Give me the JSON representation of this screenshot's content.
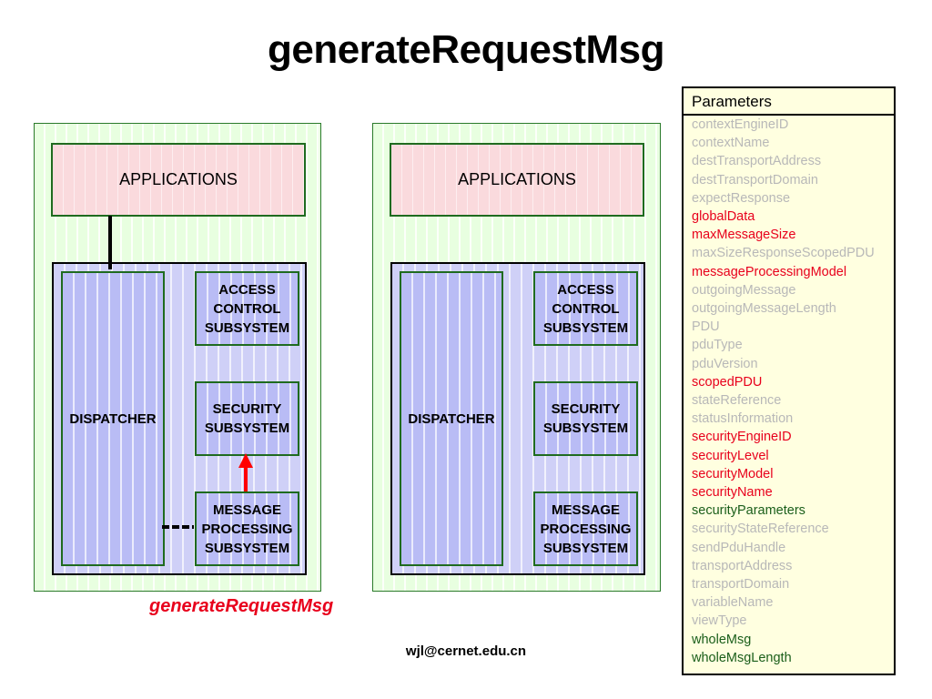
{
  "title": "generateRequestMsg",
  "engines": [
    {
      "applications": "APPLICATIONS",
      "dispatcher": "DISPATCHER",
      "access_control": "ACCESS\nCONTROL\nSUBSYSTEM",
      "security": "SECURITY\nSUBSYSTEM",
      "message_processing": "MESSAGE\nPROCESSING\nSUBSYSTEM"
    },
    {
      "applications": "APPLICATIONS",
      "dispatcher": "DISPATCHER",
      "access_control": "ACCESS\nCONTROL\nSUBSYSTEM",
      "security": "SECURITY\nSUBSYSTEM",
      "message_processing": "MESSAGE\nPROCESSING\nSUBSYSTEM"
    }
  ],
  "call_label": "generateRequestMsg",
  "email": "wjl@cernet.edu.cn",
  "colors": {
    "grey": "#b8b8b8",
    "red": "#e8001c",
    "green": "#1a5e1a",
    "arrow": "#ff0000"
  },
  "parameters": {
    "header": "Parameters",
    "items": [
      {
        "name": "contextEngineID",
        "state": "grey"
      },
      {
        "name": "contextName",
        "state": "grey"
      },
      {
        "name": "destTransportAddress",
        "state": "grey"
      },
      {
        "name": "destTransportDomain",
        "state": "grey"
      },
      {
        "name": "expectResponse",
        "state": "grey"
      },
      {
        "name": "globalData",
        "state": "red"
      },
      {
        "name": "maxMessageSize",
        "state": "red"
      },
      {
        "name": "maxSizeResponseScopedPDU",
        "state": "grey"
      },
      {
        "name": "messageProcessingModel",
        "state": "red"
      },
      {
        "name": "outgoingMessage",
        "state": "grey"
      },
      {
        "name": "outgoingMessageLength",
        "state": "grey"
      },
      {
        "name": "PDU",
        "state": "grey"
      },
      {
        "name": "pduType",
        "state": "grey"
      },
      {
        "name": "pduVersion",
        "state": "grey"
      },
      {
        "name": "scopedPDU",
        "state": "red"
      },
      {
        "name": "stateReference",
        "state": "grey"
      },
      {
        "name": "statusInformation",
        "state": "grey"
      },
      {
        "name": "securityEngineID",
        "state": "red"
      },
      {
        "name": "securityLevel",
        "state": "red"
      },
      {
        "name": "securityModel",
        "state": "red"
      },
      {
        "name": "securityName",
        "state": "red"
      },
      {
        "name": "securityParameters",
        "state": "green"
      },
      {
        "name": "securityStateReference",
        "state": "grey"
      },
      {
        "name": "sendPduHandle",
        "state": "grey"
      },
      {
        "name": "transportAddress",
        "state": "grey"
      },
      {
        "name": "transportDomain",
        "state": "grey"
      },
      {
        "name": "variableName",
        "state": "grey"
      },
      {
        "name": "viewType",
        "state": "grey"
      },
      {
        "name": "wholeMsg",
        "state": "green"
      },
      {
        "name": "wholeMsgLength",
        "state": "green"
      }
    ]
  }
}
